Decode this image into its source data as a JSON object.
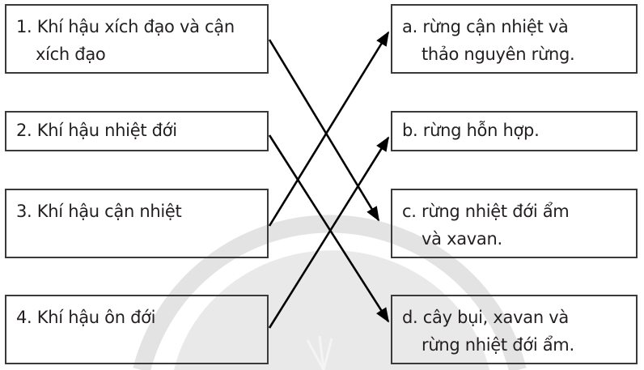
{
  "diagram": {
    "type": "matching",
    "left_items": [
      {
        "id": "1",
        "line1": "1. Khí hậu xích đạo và cận",
        "line2": "xích đạo"
      },
      {
        "id": "2",
        "line1": "2. Khí hậu nhiệt đới",
        "line2": ""
      },
      {
        "id": "3",
        "line1": "3. Khí hậu cận nhiệt",
        "line2": ""
      },
      {
        "id": "4",
        "line1": "4. Khí hậu ôn đới",
        "line2": ""
      }
    ],
    "right_items": [
      {
        "id": "a",
        "line1": "a. rừng cận nhiệt và",
        "line2": "thảo nguyên rừng."
      },
      {
        "id": "b",
        "line1": "b. rừng hỗn hợp.",
        "line2": ""
      },
      {
        "id": "c",
        "line1": "c. rừng nhiệt đới ẩm",
        "line2": "và xavan."
      },
      {
        "id": "d",
        "line1": "d. cây bụi, xavan và",
        "line2": "rừng nhiệt đới ẩm."
      }
    ],
    "connections": [
      {
        "from": "1",
        "to": "c"
      },
      {
        "from": "2",
        "to": "d"
      },
      {
        "from": "3",
        "to": "a"
      },
      {
        "from": "4",
        "to": "b"
      }
    ],
    "colors": {
      "border": "#3a3a3a",
      "line": "#000000",
      "text": "#231f20",
      "watermark": "#d0d0d0"
    }
  }
}
